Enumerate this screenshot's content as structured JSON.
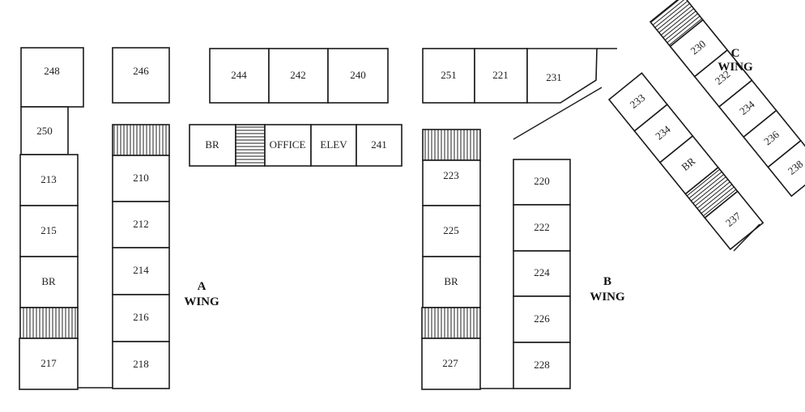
{
  "title": "Second floor plan",
  "a_wing": {
    "label_letter": "A",
    "label_word": "WING",
    "left_column": [
      "248",
      "250",
      "213",
      "215",
      "BR",
      "stairs",
      "217"
    ],
    "right_column": [
      "246",
      "stairs",
      "210",
      "212",
      "214",
      "216",
      "218"
    ]
  },
  "center": {
    "top_row": [
      "244",
      "242",
      "240"
    ],
    "bottom_row": [
      "BR",
      "stairs",
      "OFFICE",
      "ELEV",
      "241"
    ]
  },
  "b_wing": {
    "label_letter": "B",
    "label_word": "WING",
    "top_row": [
      "251",
      "221",
      "231"
    ],
    "left_column": [
      "stairs",
      "223",
      "225",
      "BR",
      "stairs",
      "227"
    ],
    "right_column": [
      "220",
      "222",
      "224",
      "226",
      "228"
    ]
  },
  "c_wing": {
    "label_letter": "C",
    "label_word": "WING",
    "outer_row": [
      "stairs",
      "230",
      "232",
      "234",
      "236",
      "238"
    ],
    "inner_row": [
      "233",
      "234",
      "BR",
      "stairs",
      "237"
    ]
  }
}
